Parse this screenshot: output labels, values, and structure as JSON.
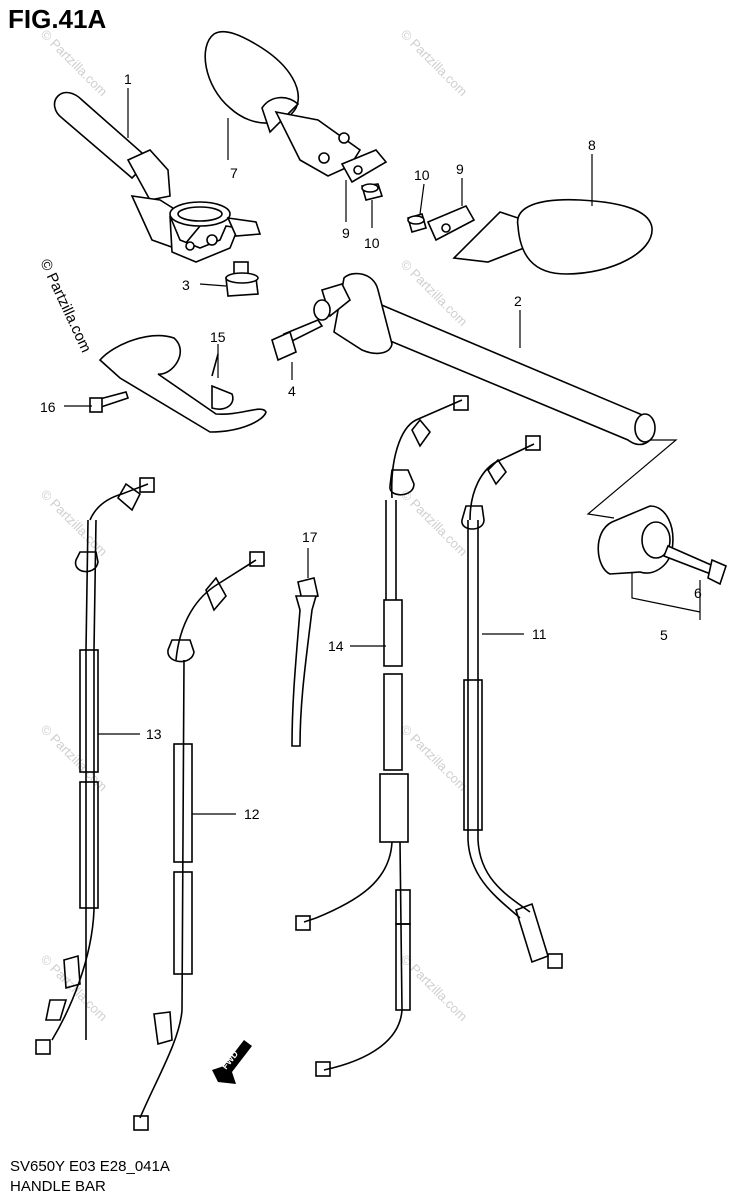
{
  "figure_title": "FIG.41A",
  "footer": {
    "code": "SV650Y E03 E28_041A",
    "name": "HANDLE BAR"
  },
  "watermark_small": "© Partzilla.com",
  "watermark_large": "© Partzilla.com",
  "fwd_label": "FWD",
  "callouts": [
    {
      "id": "1",
      "text": "1"
    },
    {
      "id": "2",
      "text": "2"
    },
    {
      "id": "3",
      "text": "3"
    },
    {
      "id": "4",
      "text": "4"
    },
    {
      "id": "5",
      "text": "5"
    },
    {
      "id": "6",
      "text": "6"
    },
    {
      "id": "7",
      "text": "7"
    },
    {
      "id": "8",
      "text": "8"
    },
    {
      "id": "9a",
      "text": "9"
    },
    {
      "id": "9b",
      "text": "9"
    },
    {
      "id": "10a",
      "text": "10"
    },
    {
      "id": "10b",
      "text": "10"
    },
    {
      "id": "11",
      "text": "11"
    },
    {
      "id": "12",
      "text": "12"
    },
    {
      "id": "13",
      "text": "13"
    },
    {
      "id": "14",
      "text": "14"
    },
    {
      "id": "15",
      "text": "15"
    },
    {
      "id": "16",
      "text": "16"
    },
    {
      "id": "17",
      "text": "17"
    }
  ]
}
